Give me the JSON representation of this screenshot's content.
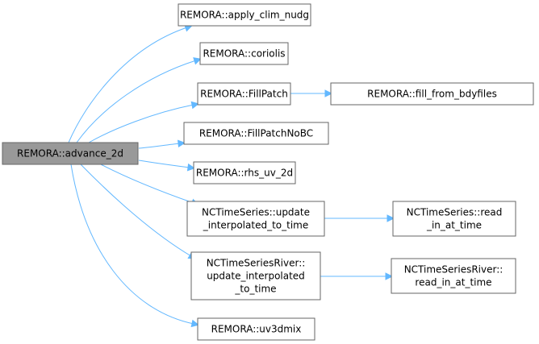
{
  "nodes": {
    "advance_2d": {
      "lines": [
        "REMORA::advance_2d"
      ],
      "root": true
    },
    "apply_clim_nudg": {
      "lines": [
        "REMORA::apply_clim_nudg"
      ]
    },
    "coriolis": {
      "lines": [
        "REMORA::coriolis"
      ]
    },
    "FillPatch": {
      "lines": [
        "REMORA::FillPatch"
      ]
    },
    "fill_from_bdyfiles": {
      "lines": [
        "REMORA::fill_from_bdyfiles"
      ]
    },
    "FillPatchNoBC": {
      "lines": [
        "REMORA::FillPatchNoBC"
      ]
    },
    "rhs_uv_2d": {
      "lines": [
        "REMORA::rhs_uv_2d"
      ]
    },
    "nc_update": {
      "lines": [
        "NCTimeSeries::update",
        "_interpolated_to_time"
      ]
    },
    "nc_read": {
      "lines": [
        "NCTimeSeries::read",
        "_in_at_time"
      ]
    },
    "ncr_update": {
      "lines": [
        "NCTimeSeriesRiver::",
        "update_interpolated",
        "_to_time"
      ]
    },
    "ncr_read": {
      "lines": [
        "NCTimeSeriesRiver::",
        "read_in_at_time"
      ]
    },
    "uv3dmix": {
      "lines": [
        "REMORA::uv3dmix"
      ]
    }
  },
  "edges": [
    {
      "from": "advance_2d",
      "to": "apply_clim_nudg"
    },
    {
      "from": "advance_2d",
      "to": "coriolis"
    },
    {
      "from": "advance_2d",
      "to": "FillPatch"
    },
    {
      "from": "advance_2d",
      "to": "FillPatchNoBC"
    },
    {
      "from": "advance_2d",
      "to": "rhs_uv_2d"
    },
    {
      "from": "advance_2d",
      "to": "nc_update"
    },
    {
      "from": "advance_2d",
      "to": "ncr_update"
    },
    {
      "from": "advance_2d",
      "to": "uv3dmix"
    },
    {
      "from": "FillPatch",
      "to": "fill_from_bdyfiles"
    },
    {
      "from": "nc_update",
      "to": "nc_read"
    },
    {
      "from": "ncr_update",
      "to": "ncr_read"
    }
  ],
  "colors": {
    "edge": "#63b8ff",
    "root_fill": "#999999",
    "node_border": "#666666"
  }
}
